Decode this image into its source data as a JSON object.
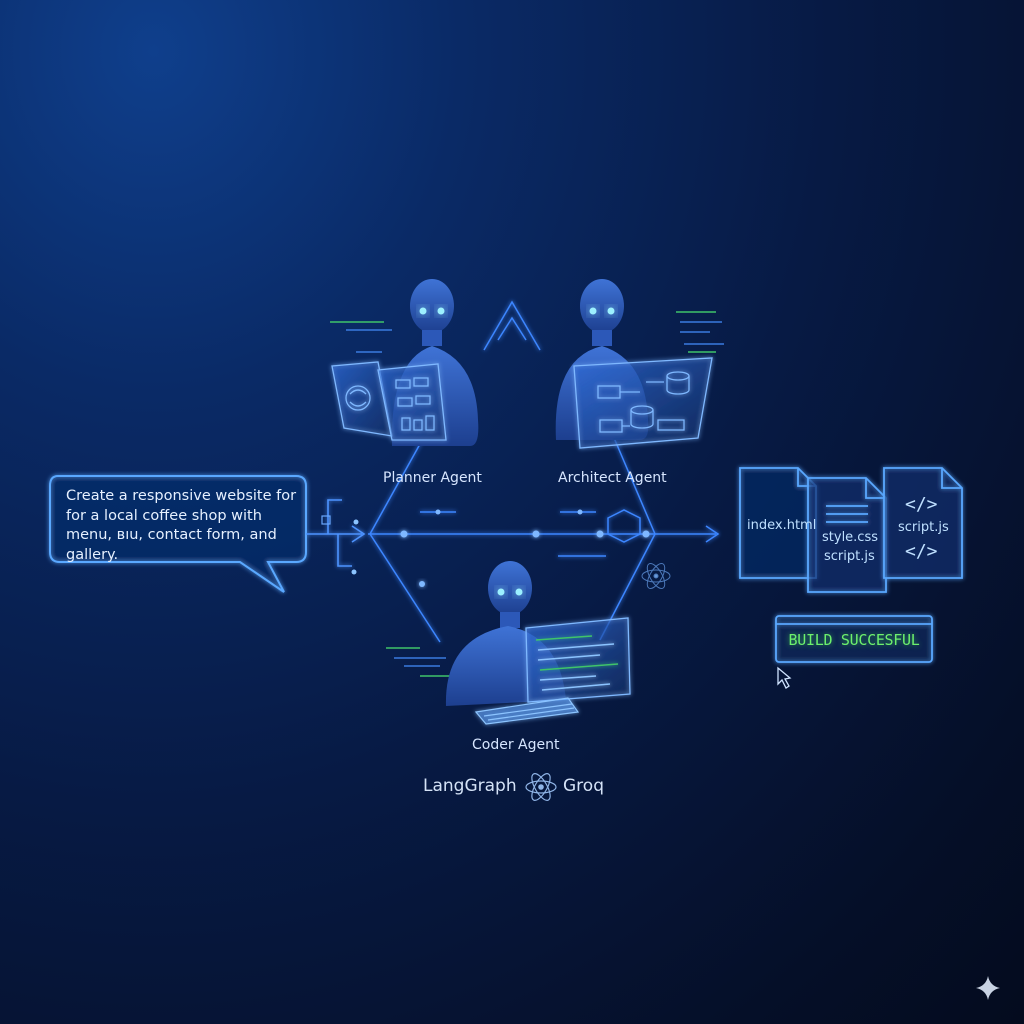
{
  "prompt": {
    "text": "Create a responsive website for for a local coffee shop with menu, вıu, contact form, and gallery."
  },
  "agents": {
    "planner": "Planner Agent",
    "architect": "Architect Agent",
    "coder": "Coder Agent"
  },
  "files": {
    "file1": "index.html",
    "file2_line1": "style.css",
    "file2_line2": "script.js",
    "file3": "script.js",
    "code_glyph": "</>"
  },
  "status": {
    "build": "BUILD SUCCESFUL"
  },
  "footer": {
    "langgraph": "LangGraph",
    "groq": "Groq"
  },
  "colors": {
    "accent": "#3d8bff",
    "glow": "#5aa8ff",
    "success": "#6df06d"
  }
}
